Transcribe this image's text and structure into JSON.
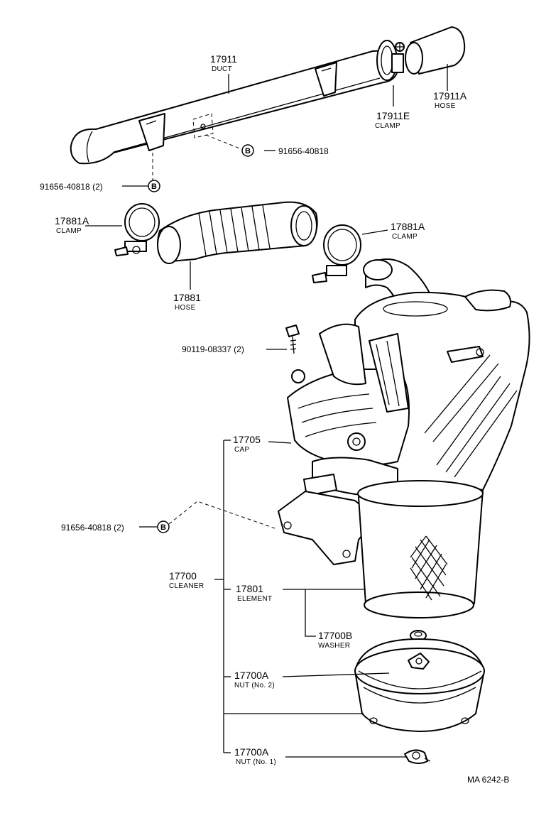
{
  "callouts": {
    "duct": {
      "number": "17911",
      "name": "DUCT"
    },
    "hose_top": {
      "number": "17911A",
      "name": "HOSE"
    },
    "clamp_top": {
      "number": "17911E",
      "name": "CLAMP"
    },
    "clamp_left": {
      "number": "17881A",
      "name": "CLAMP"
    },
    "clamp_right": {
      "number": "17881A",
      "name": "CLAMP"
    },
    "hose_mid": {
      "number": "17881",
      "name": "HOSE"
    },
    "cap": {
      "number": "17705",
      "name": "CAP"
    },
    "cleaner": {
      "number": "17700",
      "name": "CLEANER"
    },
    "element": {
      "number": "17801",
      "name": "ELEMENT"
    },
    "washer": {
      "number": "17700B",
      "name": "WASHER"
    },
    "nut2": {
      "number": "17700A",
      "name": "NUT (No. 2)"
    },
    "nut1": {
      "number": "17700A",
      "name": "NUT (No. 1)"
    }
  },
  "refs": {
    "duct_clip": "91656-40818",
    "duct_clip_pair": "91656-40818 (2)",
    "bolt": "90119-08337 (2)",
    "bracket_clip": "91656-40818 (2)"
  },
  "marker_letter": "B",
  "figure_code": "MA  6242-B"
}
